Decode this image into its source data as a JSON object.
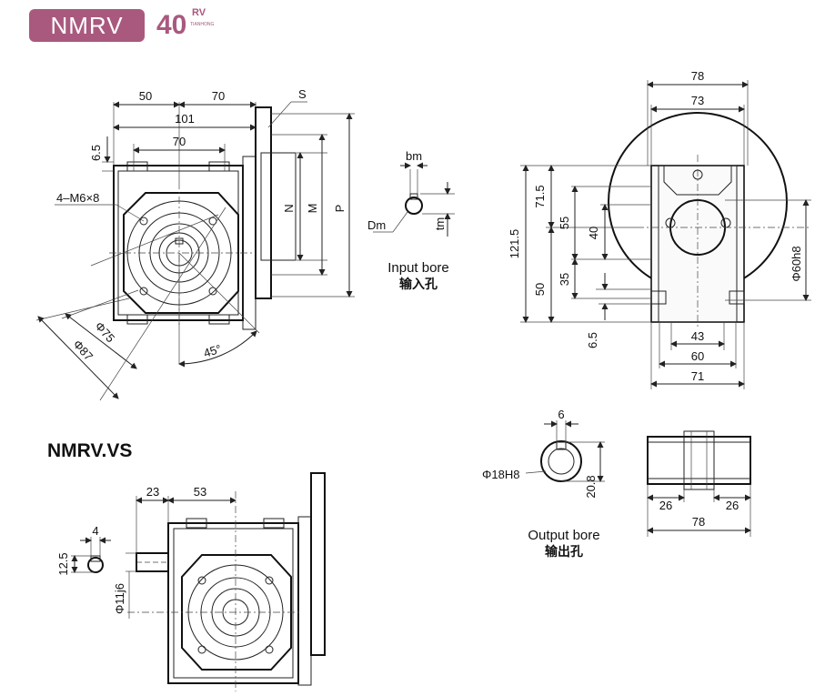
{
  "header": {
    "badge_label": "NMRV",
    "model_number": "40",
    "model_suffix": "RV",
    "brand_small": "TIANHONG"
  },
  "colors": {
    "accent": "#a9597e",
    "line": "#111111",
    "background": "#ffffff"
  },
  "front_view": {
    "dims": {
      "d50": "50",
      "d70a": "70",
      "d101": "101",
      "d70b": "70",
      "d6_5": "6.5",
      "holes": "4–M6×8",
      "n": "N",
      "m": "M",
      "p": "P",
      "s": "S",
      "phi75": "Φ75",
      "phi87": "Φ87",
      "angle": "45°"
    }
  },
  "input_bore": {
    "bm": "bm",
    "dm": "Dm",
    "tm": "tm",
    "caption_en": "Input bore",
    "caption_cn": "输入孔"
  },
  "side_view": {
    "dims": {
      "d78": "78",
      "d73": "73",
      "d121_5": "121.5",
      "d71_5": "71.5",
      "d55": "55",
      "d40": "40",
      "d35": "35",
      "d50": "50",
      "d6_5": "6.5",
      "d43": "43",
      "d60": "60",
      "d71": "71",
      "phi60h8": "Φ60h8"
    }
  },
  "output_bore": {
    "d6": "6",
    "phi18h8": "Φ18H8",
    "d20_8": "20.8",
    "caption_en": "Output bore",
    "caption_cn": "输出孔"
  },
  "hollow_shaft": {
    "d26a": "26",
    "d26b": "26",
    "d78": "78"
  },
  "vs_variant": {
    "title": "NMRV.VS",
    "dims": {
      "d23": "23",
      "d53": "53",
      "d4": "4",
      "d12_5": "12.5",
      "phi11j6": "Φ11j6"
    }
  }
}
